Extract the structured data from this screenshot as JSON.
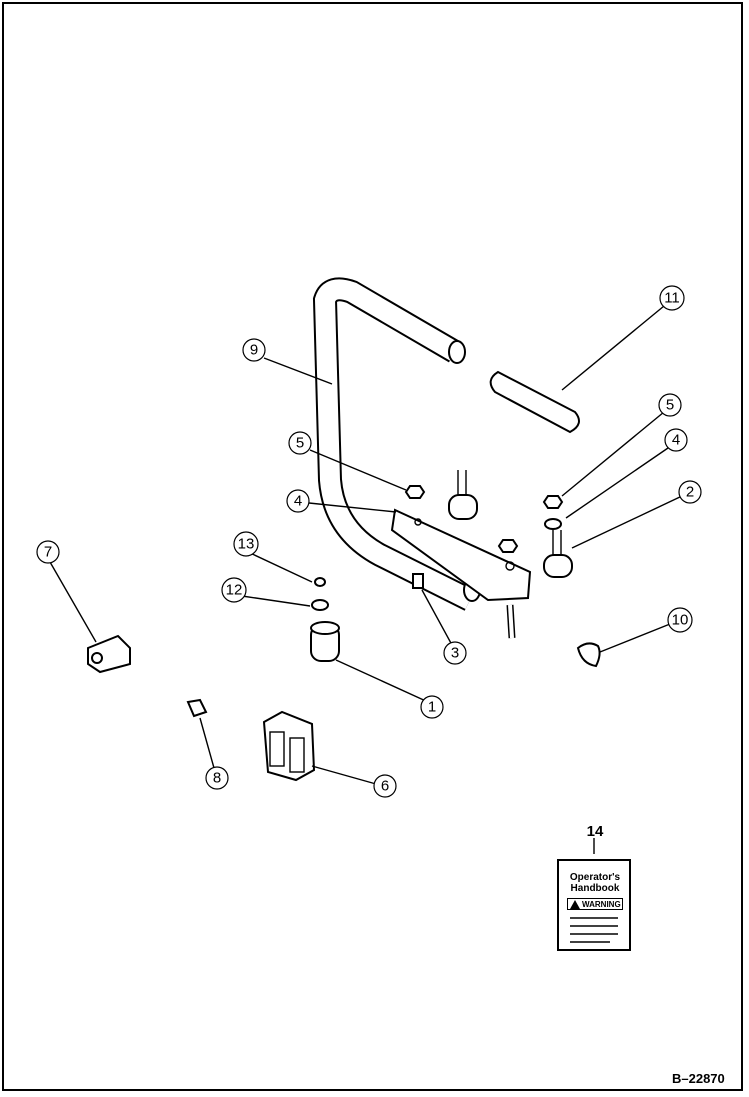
{
  "callouts": [
    {
      "id": "c1",
      "label": "1"
    },
    {
      "id": "c2",
      "label": "2"
    },
    {
      "id": "c3",
      "label": "3"
    },
    {
      "id": "c4a",
      "label": "4"
    },
    {
      "id": "c4b",
      "label": "4"
    },
    {
      "id": "c5a",
      "label": "5"
    },
    {
      "id": "c5b",
      "label": "5"
    },
    {
      "id": "c6",
      "label": "6"
    },
    {
      "id": "c7",
      "label": "7"
    },
    {
      "id": "c8",
      "label": "8"
    },
    {
      "id": "c9",
      "label": "9"
    },
    {
      "id": "c10",
      "label": "10"
    },
    {
      "id": "c11",
      "label": "11"
    },
    {
      "id": "c12",
      "label": "12"
    },
    {
      "id": "c13",
      "label": "13"
    }
  ],
  "handbook": {
    "item_number": "14",
    "title_line1": "Operator's",
    "title_line2": "Handbook",
    "warning": "WARNING"
  },
  "figure_id": "B–22870"
}
